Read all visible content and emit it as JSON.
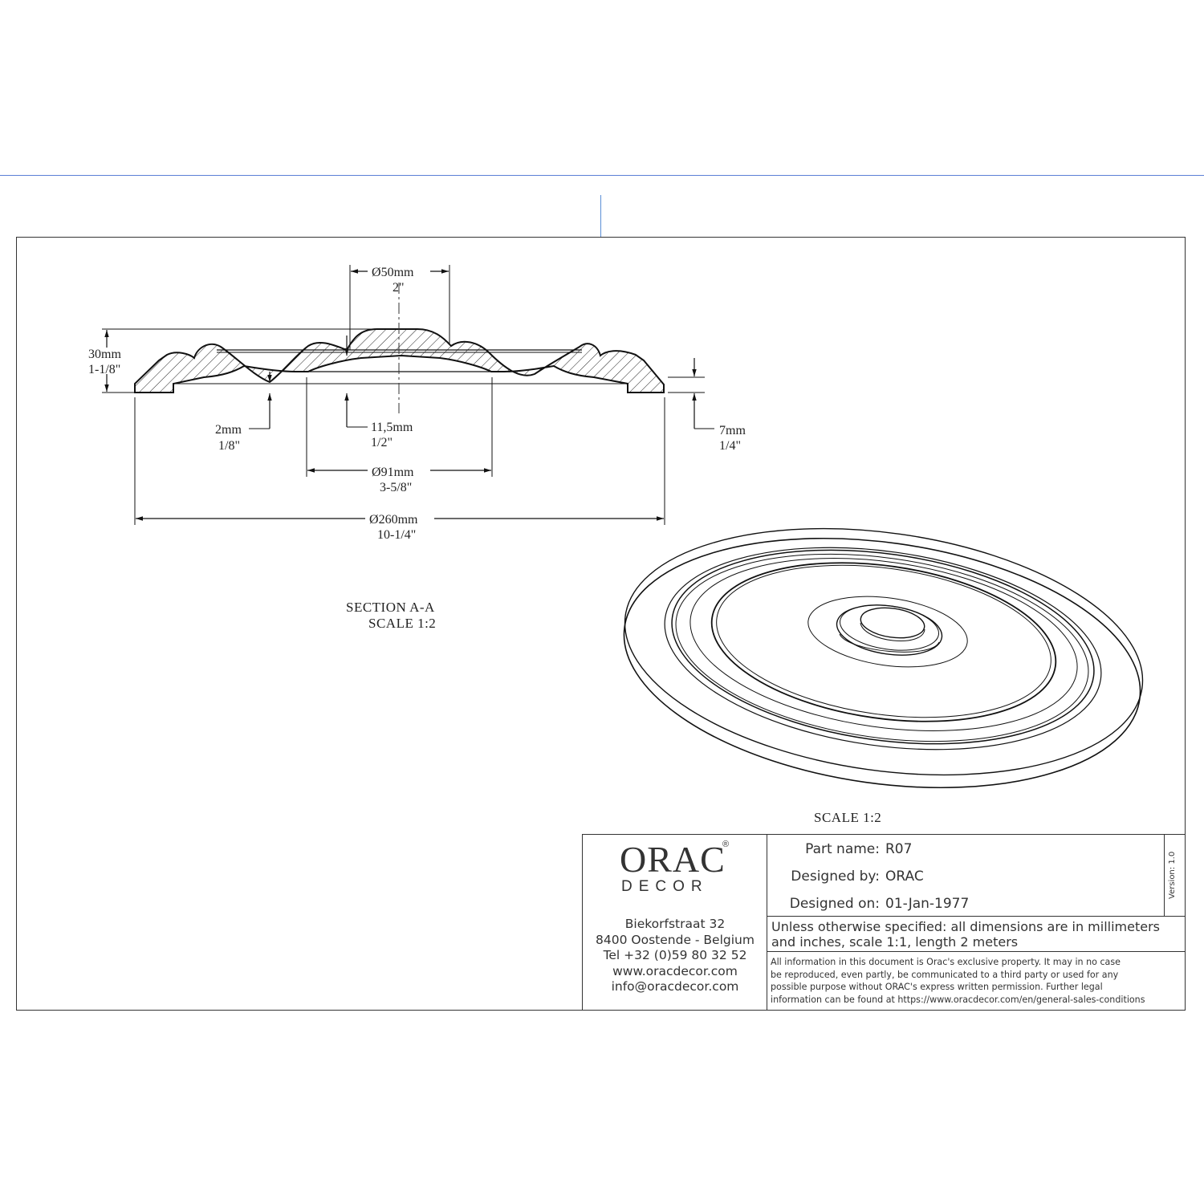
{
  "drawing": {
    "dimensions": {
      "d50": {
        "symbol": "Ø",
        "mm": "50mm",
        "inch": "2\""
      },
      "h30": {
        "mm": "30mm",
        "inch": "1-1/8\""
      },
      "t2": {
        "mm": "2mm",
        "inch": "1/8\""
      },
      "d11": {
        "mm": "11,5mm",
        "inch": "1/2\""
      },
      "t7": {
        "mm": "7mm",
        "inch": "1/4\""
      },
      "d91": {
        "symbol": "Ø",
        "mm": "91mm",
        "inch": "3-5/8\""
      },
      "d260": {
        "symbol": "Ø",
        "mm": "260mm",
        "inch": "10-1/4\""
      }
    },
    "section_label": "SECTION  A-A",
    "section_scale": "SCALE  1:2",
    "iso_scale": "SCALE  1:2"
  },
  "title_block": {
    "logo_text": "ORAC",
    "logo_registered": "®",
    "logo_sub": "DECOR",
    "address": [
      "Biekorfstraat 32",
      "8400 Oostende - Belgium",
      "Tel  +32 (0)59 80 32 52",
      "www.oracdecor.com",
      "info@oracdecor.com"
    ],
    "part_name_label": "Part name:",
    "part_name": "R07",
    "designed_by_label": "Designed by:",
    "designed_by": "ORAC",
    "designed_on_label": "Designed on:",
    "designed_on": "01-Jan-1977",
    "version": "Version: 1.0",
    "note_line1": "Unless otherwise specified: all dimensions are in millimeters",
    "note_line2": "and inches, scale 1:1, length 2 meters",
    "legal": [
      "All information in this document is Orac's exclusive property.  It may in no case",
      "be reproduced, even partly, be communicated to a third party or used for any",
      "possible purpose without ORAC's express written permission. Further legal",
      "information can be found at https://www.oracdecor.com/en/general-sales-conditions"
    ]
  }
}
